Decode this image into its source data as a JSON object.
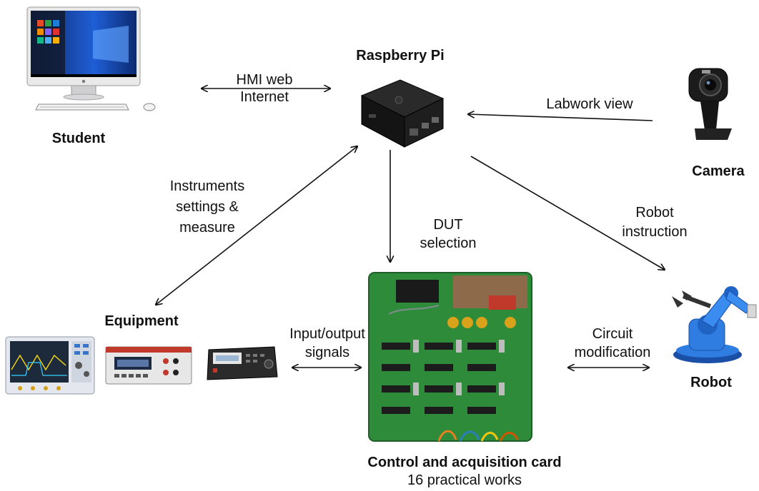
{
  "nodes": {
    "student": "Student",
    "raspberry_pi": "Raspberry Pi",
    "camera": "Camera",
    "equipment": "Equipment",
    "robot": "Robot",
    "card_title": "Control and acquisition card",
    "card_subtitle": "16 practical works"
  },
  "edges": {
    "hmi_line1": "HMI web",
    "hmi_line2": "Internet",
    "labwork": "Labwork view",
    "instr_line1": "Instruments",
    "instr_line2": "settings &",
    "instr_line3": "measure",
    "dut_line1": "DUT",
    "dut_line2": "selection",
    "robot_instr_line1": "Robot",
    "robot_instr_line2": "instruction",
    "io_line1": "Input/output",
    "io_line2": "signals",
    "circuit_line1": "Circuit",
    "circuit_line2": "modification"
  }
}
